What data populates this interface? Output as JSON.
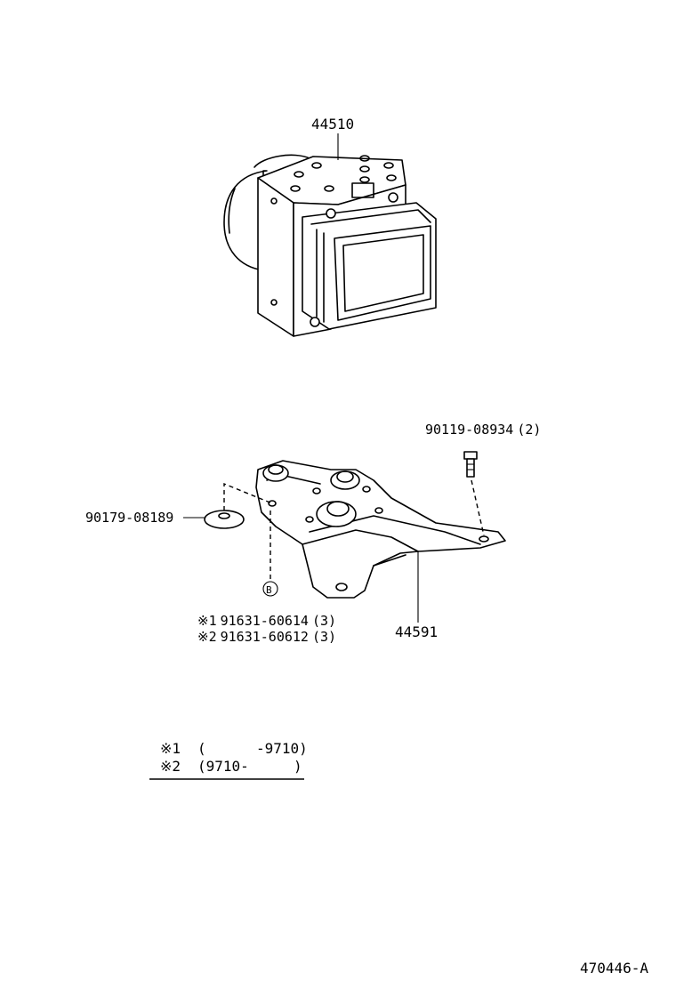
{
  "parts": {
    "actuator": {
      "number": "44510"
    },
    "bracket": {
      "number": "44591"
    },
    "bolt": {
      "number": "90119-08934",
      "qty": "(2)"
    },
    "cushion": {
      "number": "90179-08189"
    },
    "nut_marker": {
      "letter": "B"
    },
    "nut_variants": [
      {
        "mark": "※1",
        "number": "91631-60614",
        "qty": "(3)"
      },
      {
        "mark": "※2",
        "number": "91631-60612",
        "qty": "(3)"
      }
    ]
  },
  "legend": [
    {
      "mark": "※1",
      "open": "(",
      "range": "-9710)"
    },
    {
      "mark": "※2",
      "open": "(9710-",
      "range": ")"
    }
  ],
  "figure_id": "470446-A"
}
